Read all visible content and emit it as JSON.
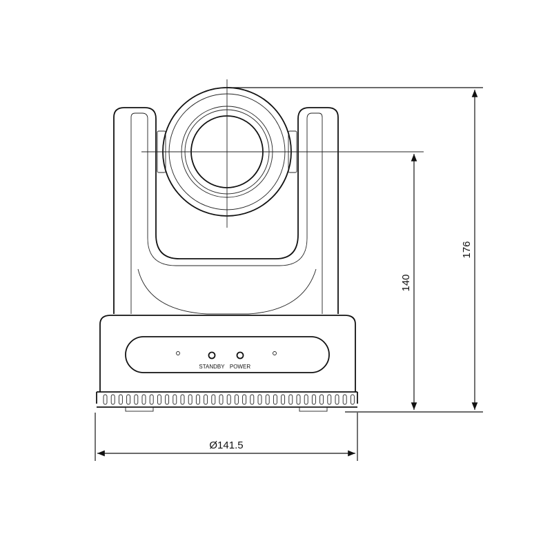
{
  "dimensions": {
    "height_total": "176",
    "height_lens_center": "140",
    "base_diameter": "Ø141.5"
  },
  "panel": {
    "standby_label": "STANDBY",
    "power_label": "POWER"
  }
}
